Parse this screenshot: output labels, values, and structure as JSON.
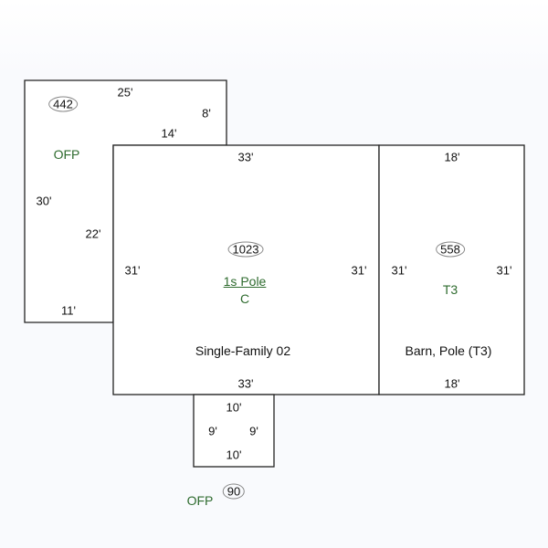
{
  "areas": [
    {
      "id": "ofp1",
      "label": "OFP",
      "area": "442",
      "dims": [
        "25'",
        "8'",
        "14'",
        "30'",
        "22'",
        "11'"
      ]
    },
    {
      "id": "main",
      "label": "Single-Family 02",
      "area": "1023",
      "code_top": "1s Pole",
      "code_bottom": "C",
      "dims": [
        "33'",
        "31'",
        "31'",
        "33'"
      ]
    },
    {
      "id": "barn",
      "label": "Barn, Pole (T3)",
      "area": "558",
      "code": "T3",
      "dims": [
        "18'",
        "31'",
        "31'",
        "18'"
      ]
    },
    {
      "id": "ofp2",
      "label": "OFP",
      "area": "90",
      "dims": [
        "10'",
        "9'",
        "9'",
        "10'"
      ]
    }
  ],
  "colors": {
    "line": "#222222",
    "code": "#2e6b2e"
  }
}
